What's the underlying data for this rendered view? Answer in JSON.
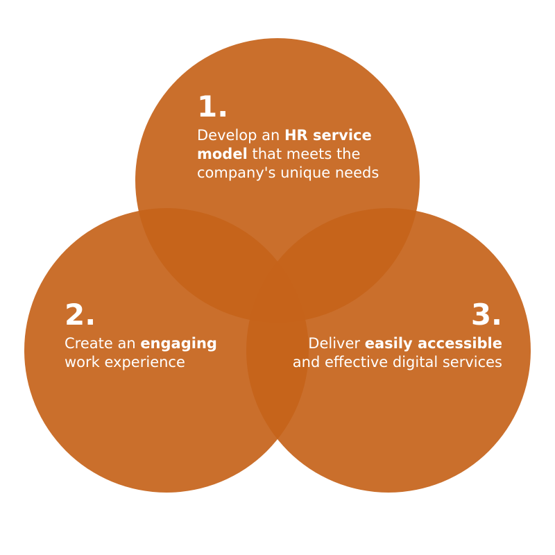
{
  "colors": {
    "circle": "#c5631a",
    "overlap": "#bd5300",
    "text": "#ffffff",
    "background": "#ffffff"
  },
  "items": [
    {
      "number": "1.",
      "segments": [
        {
          "text": "Develop an ",
          "bold": false
        },
        {
          "text": "HR service model",
          "bold": true
        },
        {
          "text": " that meets the company's unique needs",
          "bold": false
        }
      ]
    },
    {
      "number": "2.",
      "segments": [
        {
          "text": "Create an ",
          "bold": false
        },
        {
          "text": "engaging",
          "bold": true
        },
        {
          "text": " work experience",
          "bold": false
        }
      ]
    },
    {
      "number": "3.",
      "segments": [
        {
          "text": "Deliver ",
          "bold": false
        },
        {
          "text": "easily accessible",
          "bold": true
        },
        {
          "text": " and effective digital services",
          "bold": false
        }
      ]
    }
  ]
}
